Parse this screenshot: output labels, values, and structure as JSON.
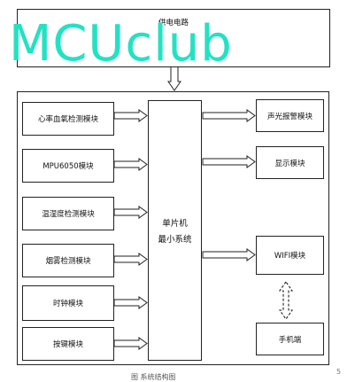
{
  "power": {
    "label": "供电电路"
  },
  "watermark": {
    "text": "MCUclub"
  },
  "mcu": {
    "line1": "单片机",
    "line2": "最小系统"
  },
  "inputs": [
    {
      "label": "心率血氧检测模块"
    },
    {
      "label": "MPU6050模块"
    },
    {
      "label": "温湿度检测模块"
    },
    {
      "label": "烟雾检测模块"
    },
    {
      "label": "时钟模块"
    },
    {
      "label": "按键模块"
    }
  ],
  "outputs": [
    {
      "label": "声光报警模块"
    },
    {
      "label": "显示模块"
    },
    {
      "label": "WIFI模块"
    }
  ],
  "phone": {
    "label": "手机端"
  },
  "caption": {
    "text": "图 系统结构图"
  },
  "page_mark": {
    "text": "5"
  }
}
